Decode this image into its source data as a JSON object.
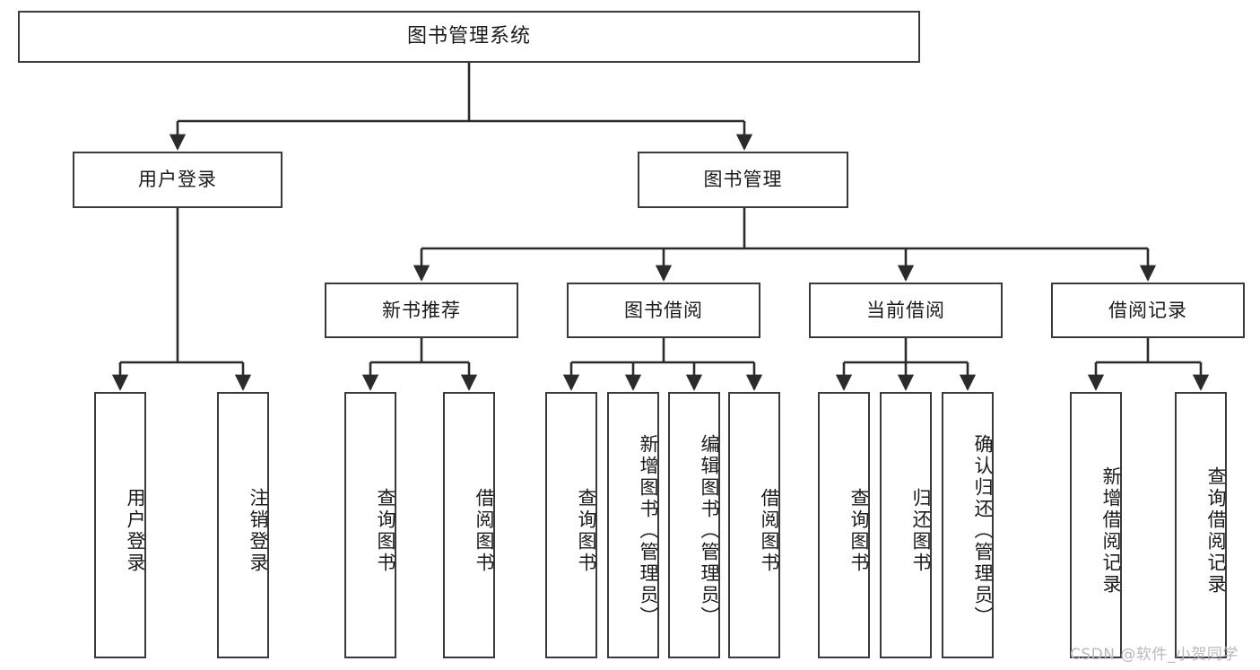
{
  "diagram": {
    "title": "图书管理系统",
    "type": "tree-hierarchy-diagram",
    "watermark": "CSDN @软件_小贺同学",
    "colors": {
      "box_border": "#3a3a3a",
      "box_fill": "#ffffff",
      "edge": "#2b2b2b",
      "text": "#1b1b1b",
      "watermark": "#b9b9b9",
      "background": "#ffffff"
    },
    "nodes": {
      "root": {
        "label": "图书管理系统"
      },
      "level2": [
        {
          "id": "user-login",
          "label": "用户登录"
        },
        {
          "id": "book-manage",
          "label": "图书管理"
        }
      ],
      "level3": [
        {
          "id": "new-book-recommend",
          "label": "新书推荐"
        },
        {
          "id": "book-borrow",
          "label": "图书借阅"
        },
        {
          "id": "current-borrow",
          "label": "当前借阅"
        },
        {
          "id": "borrow-record",
          "label": "借阅记录"
        }
      ],
      "leaves": {
        "user-login": [
          {
            "id": "leaf-user-login",
            "label": "用户登录"
          },
          {
            "id": "leaf-logout-login",
            "label": "注销登录"
          }
        ],
        "new-book-recommend": [
          {
            "id": "leaf-query-book-1",
            "label": "查询图书"
          },
          {
            "id": "leaf-borrow-book-1",
            "label": "借阅图书"
          }
        ],
        "book-borrow": [
          {
            "id": "leaf-query-book-2",
            "label": "查询图书"
          },
          {
            "id": "leaf-add-book",
            "label": "新增图书（管理员）"
          },
          {
            "id": "leaf-edit-book",
            "label": "编辑图书（管理员）"
          },
          {
            "id": "leaf-borrow-book-2",
            "label": "借阅图书"
          }
        ],
        "current-borrow": [
          {
            "id": "leaf-query-book-3",
            "label": "查询图书"
          },
          {
            "id": "leaf-return-book",
            "label": "归还图书"
          },
          {
            "id": "leaf-confirm-return",
            "label": "确认归还（管理员）"
          }
        ],
        "borrow-record": [
          {
            "id": "leaf-add-record",
            "label": "新增借阅记录"
          },
          {
            "id": "leaf-query-record",
            "label": "查询借阅记录"
          }
        ]
      }
    }
  }
}
